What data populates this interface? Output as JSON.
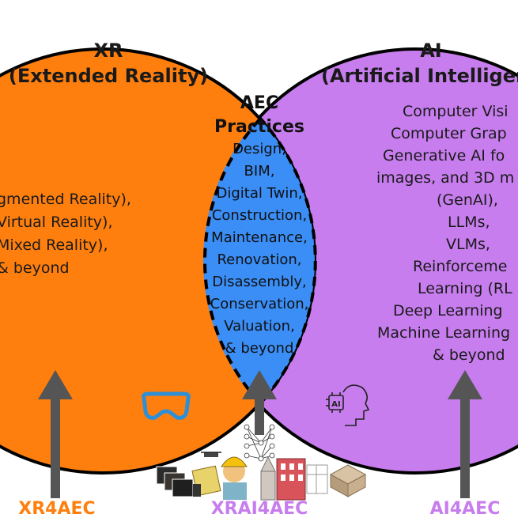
{
  "diagram": {
    "left_circle": {
      "title": "XR",
      "subtitle": "(Extended Reality)",
      "items": [
        "gmented Reality),",
        "Virtual Reality),",
        "Mixed Reality),",
        "& beyond"
      ],
      "color": "#ff7f0e"
    },
    "right_circle": {
      "title": "AI",
      "subtitle": "(Artificial Intelligence",
      "items": [
        "Computer Visi",
        "Computer Grap",
        "Generative AI fo",
        "images, and 3D m",
        "(GenAI),",
        "LLMs,",
        "VLMs,",
        "Reinforceme",
        "Learning (RL",
        "Deep Learning",
        "Machine Learning",
        "& beyond"
      ],
      "color": "#c77dee"
    },
    "center": {
      "title_line1": "AEC",
      "title_line2": "Practices",
      "items": [
        "Design,",
        "BIM,",
        "Digital Twin,",
        "Construction,",
        "Maintenance,",
        "Renovation,",
        "Disassembly,",
        "Conservation,",
        "Valuation,",
        "& beyond"
      ],
      "color": "#3a8ef6"
    },
    "bottom_labels": {
      "left": "XR4AEC",
      "center": "XRAI4AEC",
      "right": "AI4AEC",
      "left_color": "#ff7f0e",
      "center_color": "#c77dee",
      "right_color": "#c77dee"
    },
    "icons": {
      "vr_headset": "vr-headset-icon",
      "ai_head": "ai-head-icon",
      "neural_net": "neural-network-icon",
      "aec_collage": "aec-collage-icon"
    }
  }
}
